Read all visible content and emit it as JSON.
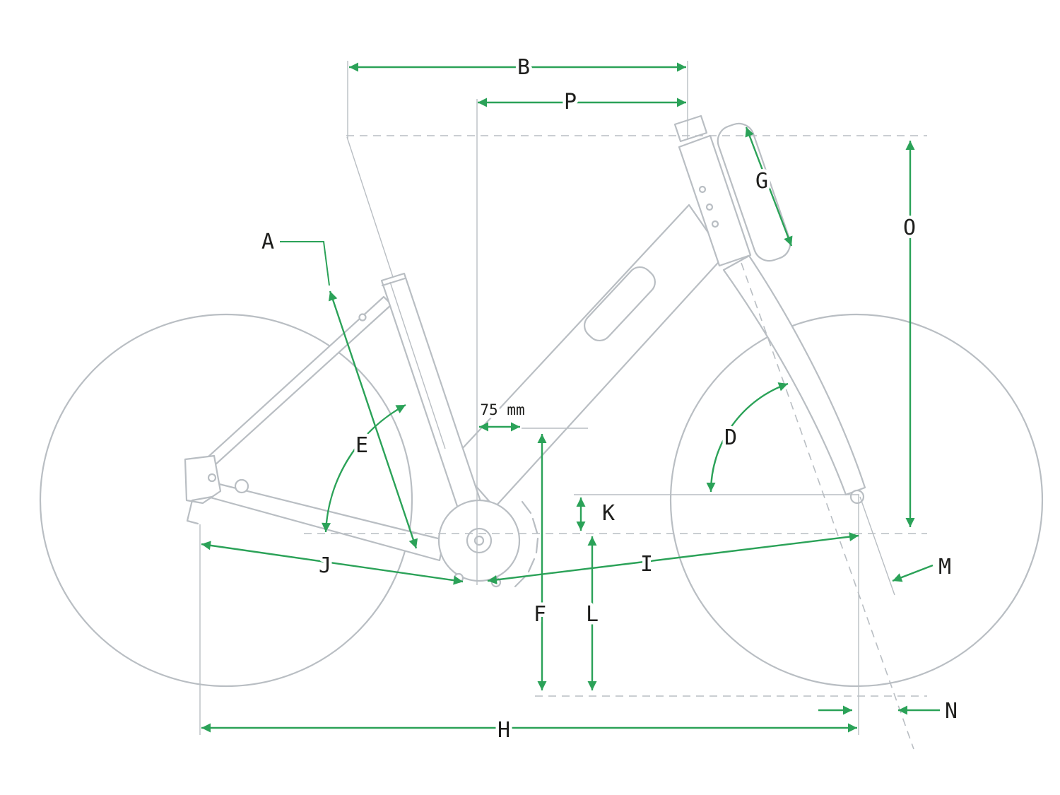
{
  "labels": {
    "A": "A",
    "B": "B",
    "D": "D",
    "E": "E",
    "F": "F",
    "G": "G",
    "H": "H",
    "I": "I",
    "J": "J",
    "K": "K",
    "L": "L",
    "M": "M",
    "N": "N",
    "O": "O",
    "P": "P"
  },
  "measurements": {
    "bottom_bracket_offset": "75 mm"
  },
  "colors": {
    "annotation_green": "#2BA258",
    "drawing_gray": "#B9BEC3",
    "label_text": "#1E1E1C",
    "background": "#FFFFFF"
  }
}
